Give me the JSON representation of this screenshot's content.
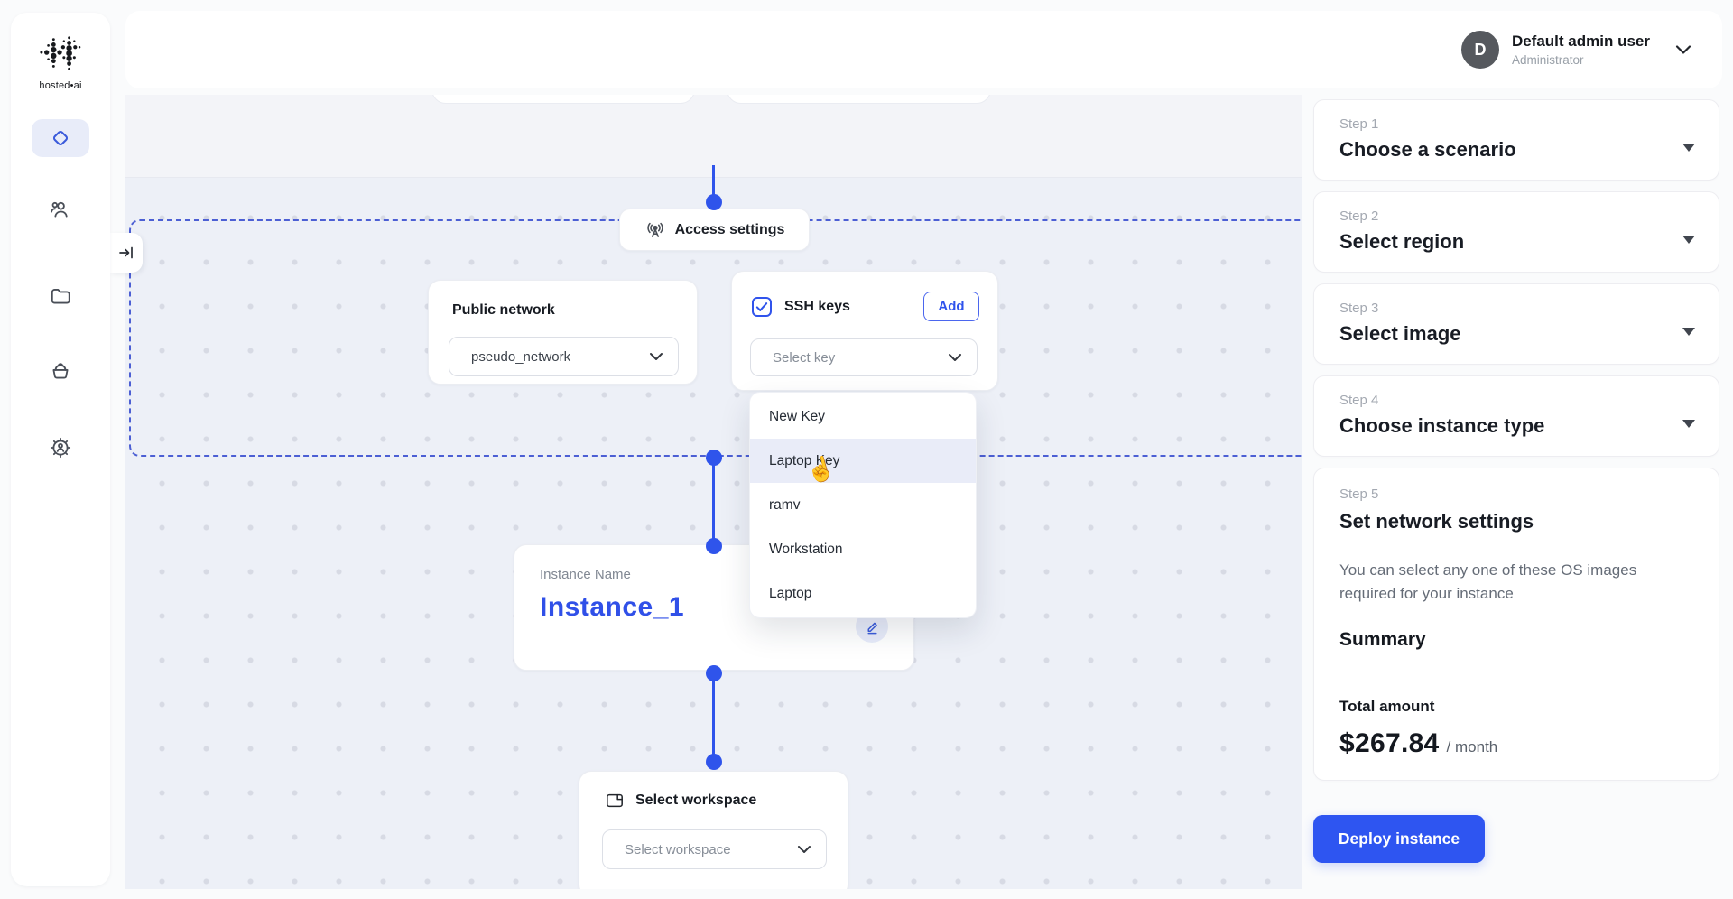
{
  "brand": {
    "logo_text": "hosted•ai"
  },
  "topbar": {
    "user": {
      "initial": "D",
      "name": "Default admin user",
      "role": "Administrator"
    }
  },
  "canvas": {
    "access_settings": {
      "label": "Access settings"
    },
    "public_network": {
      "title": "Public network",
      "value": "pseudo_network"
    },
    "ssh_keys": {
      "title": "SSH keys",
      "add_label": "Add",
      "placeholder": "Select key",
      "options": [
        "New Key",
        "Laptop Key",
        "ramv",
        "Workstation",
        "Laptop"
      ],
      "highlighted_option": "Laptop Key"
    },
    "instance": {
      "label": "Instance Name",
      "value": "Instance_1"
    },
    "workspace": {
      "title": "Select workspace",
      "placeholder": "Select workspace"
    }
  },
  "steps_panel": {
    "steps": [
      {
        "step": "Step 1",
        "title": "Choose a scenario"
      },
      {
        "step": "Step 2",
        "title": "Select region"
      },
      {
        "step": "Step 3",
        "title": "Select image"
      },
      {
        "step": "Step 4",
        "title": "Choose instance type"
      },
      {
        "step": "Step 5",
        "title": "Set network settings"
      }
    ],
    "step5_description": "You can select any one of these OS images required for your instance",
    "summary_title": "Summary",
    "total_label": "Total amount",
    "amount": "$267.84",
    "period": "/ month",
    "deploy_label": "Deploy instance"
  },
  "colors": {
    "accent_blue": "#2F54EB",
    "deploy_button": "#2E55F1",
    "canvas_background": "#EDF0F7",
    "dashed_border": "#4C5FD4",
    "menu_highlight": "#E9ECF8",
    "instance_name_text": "#3050E8"
  }
}
